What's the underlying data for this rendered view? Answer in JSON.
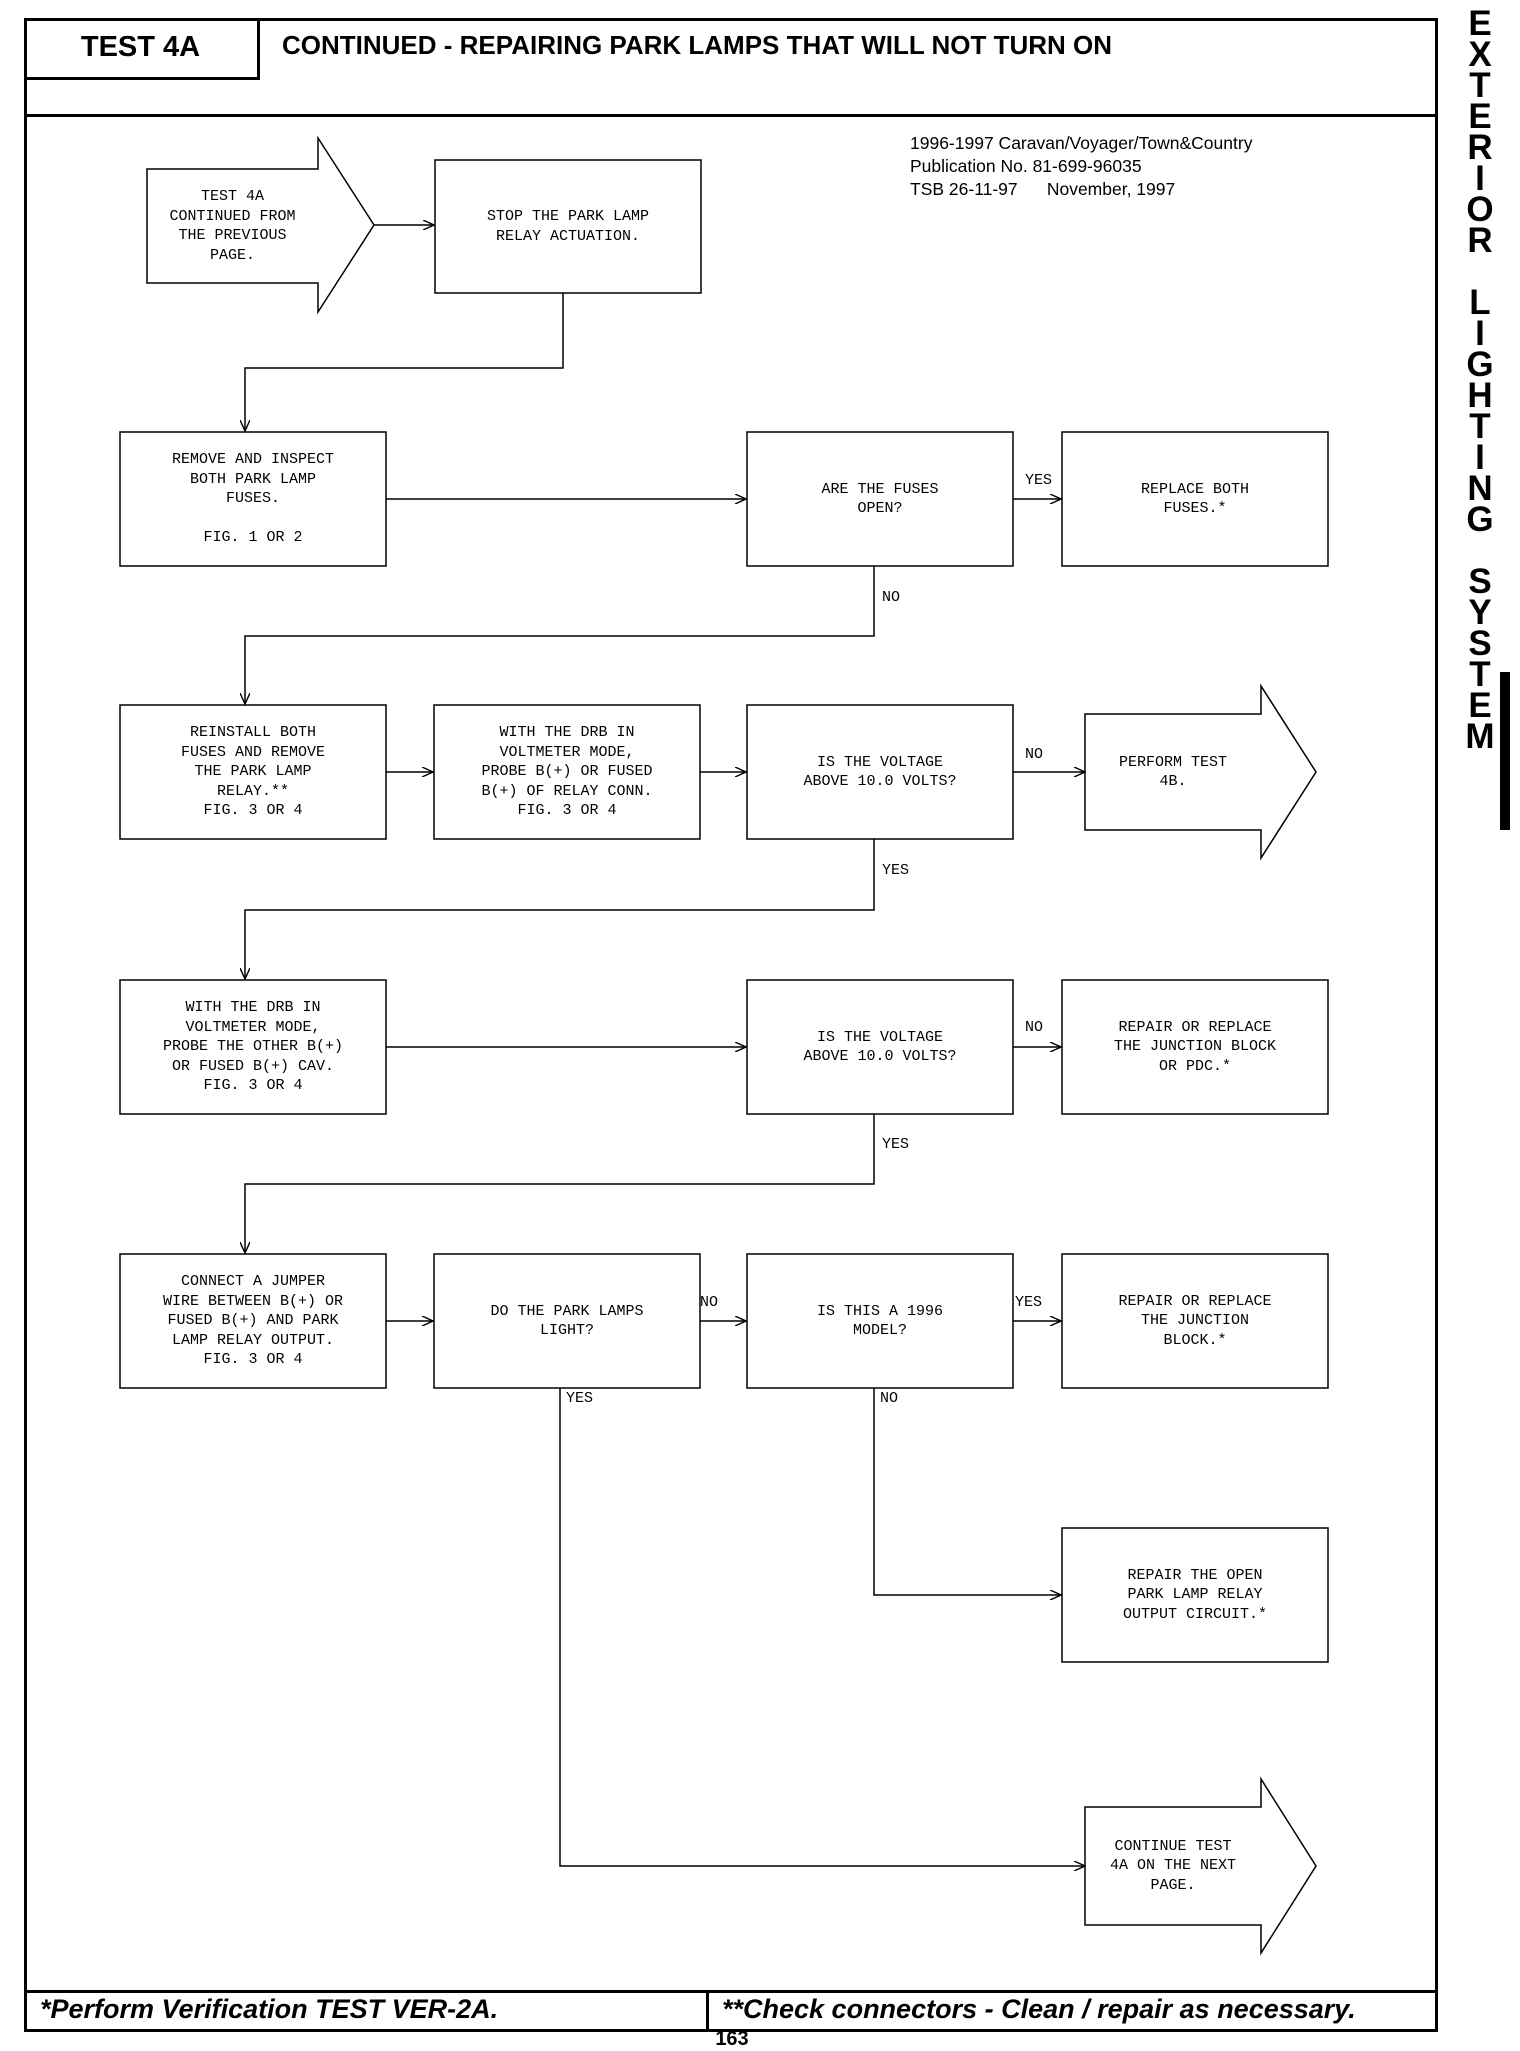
{
  "header": {
    "test_id": "TEST 4A",
    "title": "CONTINUED - REPAIRING PARK LAMPS THAT WILL NOT TURN ON"
  },
  "publication": {
    "line1": "1996-1997 Caravan/Voyager/Town&Country",
    "line2": "Publication No. 81-699-96035",
    "line3": "TSB 26-11-97      November, 1997"
  },
  "side_title": {
    "word1": "EXTERIOR",
    "word2": "LIGHTING",
    "word3": "SYSTEM"
  },
  "flow": {
    "start": "TEST 4A\nCONTINUED FROM\nTHE PREVIOUS\nPAGE.",
    "stop_relay": "STOP THE PARK LAMP\nRELAY ACTUATION.",
    "remove_fuses": "REMOVE AND INSPECT\nBOTH PARK LAMP\nFUSES.\n\nFIG. 1 OR 2",
    "fuses_open": "ARE THE FUSES\nOPEN?",
    "replace_fuses": "REPLACE BOTH\nFUSES.*",
    "reinstall": "REINSTALL BOTH\nFUSES AND REMOVE\nTHE PARK LAMP\nRELAY.**\nFIG. 3 OR 4",
    "probe1": "WITH THE DRB IN\nVOLTMETER MODE,\nPROBE B(+) OR FUSED\nB(+) OF RELAY CONN.\nFIG. 3 OR 4",
    "voltage1": "IS THE VOLTAGE\nABOVE 10.0 VOLTS?",
    "perform_4b": "PERFORM TEST\n4B.",
    "probe2": "WITH THE DRB IN\nVOLTMETER MODE,\nPROBE THE OTHER B(+)\nOR FUSED B(+) CAV.\nFIG. 3 OR 4",
    "voltage2": "IS THE VOLTAGE\nABOVE 10.0 VOLTS?",
    "repair_block_pdc": "REPAIR OR REPLACE\nTHE JUNCTION BLOCK\nOR PDC.*",
    "jumper": "CONNECT A JUMPER\nWIRE BETWEEN B(+) OR\nFUSED B(+) AND PARK\nLAMP RELAY OUTPUT.\nFIG. 3 OR 4",
    "lamps_light": "DO THE PARK LAMPS\nLIGHT?",
    "model_1996": "IS THIS A 1996\nMODEL?",
    "repair_block": "REPAIR OR REPLACE\nTHE JUNCTION\nBLOCK.*",
    "repair_output": "REPAIR THE OPEN\nPARK LAMP RELAY\nOUTPUT CIRCUIT.*",
    "continue": "CONTINUE TEST\n4A ON THE NEXT\nPAGE."
  },
  "labels": {
    "yes": "YES",
    "no": "NO"
  },
  "footer": {
    "left": "*Perform Verification TEST VER-2A.",
    "right": "**Check connectors - Clean / repair as necessary."
  },
  "page_number": "163"
}
